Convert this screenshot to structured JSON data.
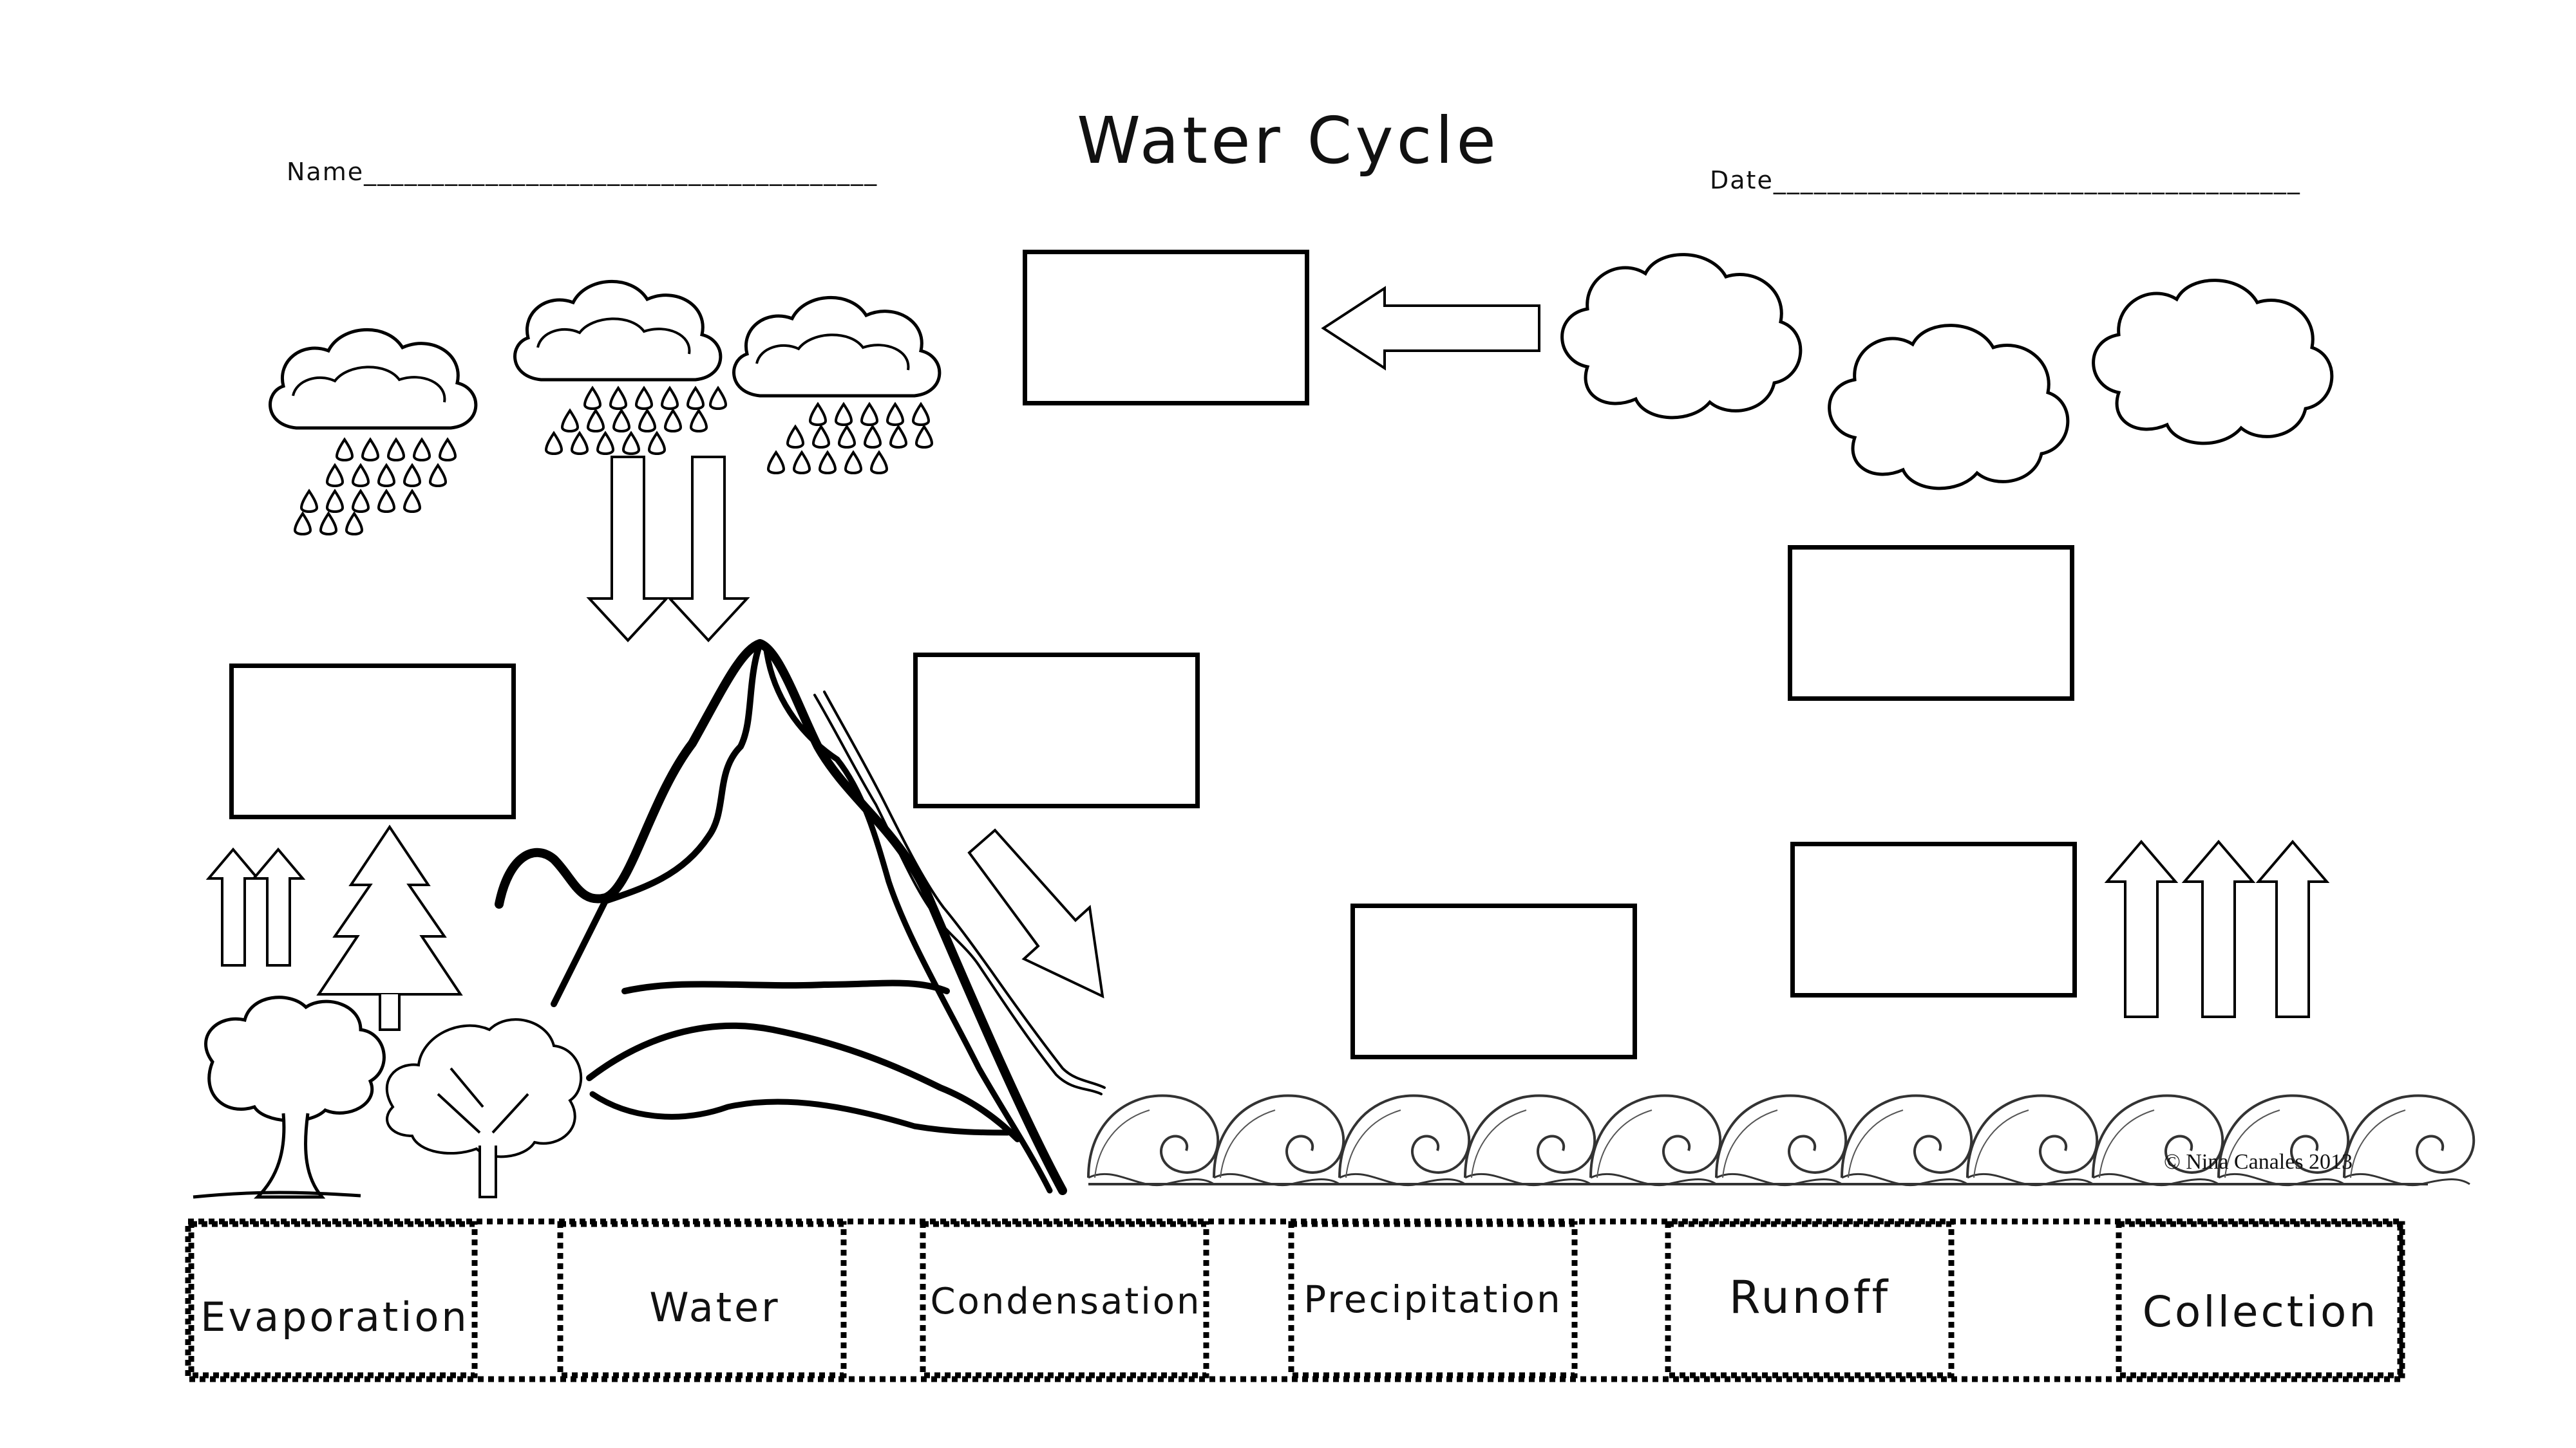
{
  "worksheet": {
    "title": "Water Cycle",
    "name_field": "Name______________________________________",
    "date_field": "Date_______________________________________",
    "copyright": "© Nina Canales 2013"
  },
  "icons": [
    "rain-cloud-icon",
    "arrow-left-icon",
    "cloud-icon",
    "arrow-down-icon",
    "arrow-up-icon",
    "arrow-diagonal-icon",
    "mountain-icon",
    "tree-icon",
    "pine-tree-icon",
    "wave-icon"
  ],
  "cutout_words": [
    "Evaporation",
    "Water",
    "Condensation",
    "Precipitation",
    "Runoff",
    "Collection"
  ],
  "answer_boxes_count": 6
}
